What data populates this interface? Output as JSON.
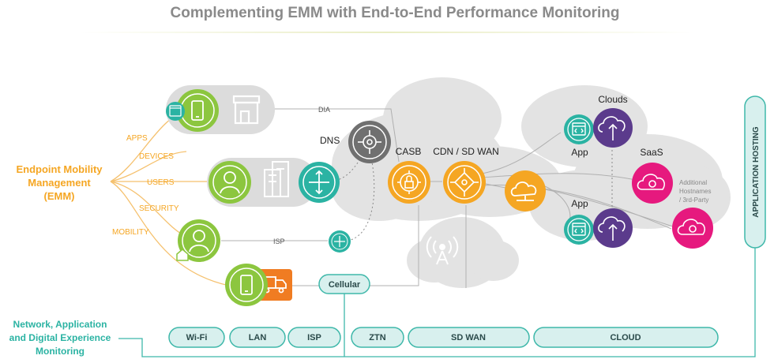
{
  "title": "Complementing EMM with End-to-End Performance Monitoring",
  "emm": {
    "label_line1": "Endpoint Mobility",
    "label_line2": "Management",
    "label_line3": "(EMM)",
    "branches": [
      "APPS",
      "DEVICES",
      "USERS",
      "SECURITY",
      "MOBILITY"
    ]
  },
  "monitoring": {
    "line1": "Network, Application",
    "line2": "and Digital Experience",
    "line3": "Monitoring"
  },
  "links": {
    "dia": "DIA",
    "isp": "ISP"
  },
  "nodes": {
    "dns": "DNS",
    "casb": "CASB",
    "cdn_sdwan": "CDN / SD WAN",
    "clouds": "Clouds",
    "app_top": "App",
    "app_bottom": "App",
    "saas": "SaaS",
    "additional_line1": "Additional",
    "additional_line2": "Hostnames",
    "additional_line3": "/ 3rd-Party",
    "cellular": "Cellular",
    "app_hosting": "APPLICATION HOSTING"
  },
  "network_bar": [
    "Wi-Fi",
    "LAN",
    "ISP",
    "ZTN",
    "SD WAN",
    "CLOUD"
  ],
  "colors": {
    "orange": "#f5a623",
    "green": "#8cc63f",
    "teal": "#2bb3a3",
    "purple": "#5b3b8c",
    "magenta": "#e6197e",
    "pill_fill": "#d8f0ee",
    "pill_stroke": "#3fb8aa",
    "cloud_gray": "#e2e2e2",
    "dark_gray": "#707070"
  },
  "icons": [
    "phone-icon",
    "store-icon",
    "person-icon",
    "building-icon",
    "router-icon",
    "home-icon",
    "truck-icon",
    "dns-icon",
    "lock-icon",
    "network-icon",
    "cloud-icon",
    "cloud-upload-icon",
    "browser-code-icon",
    "cloud-gear-icon",
    "cell-tower-icon"
  ]
}
